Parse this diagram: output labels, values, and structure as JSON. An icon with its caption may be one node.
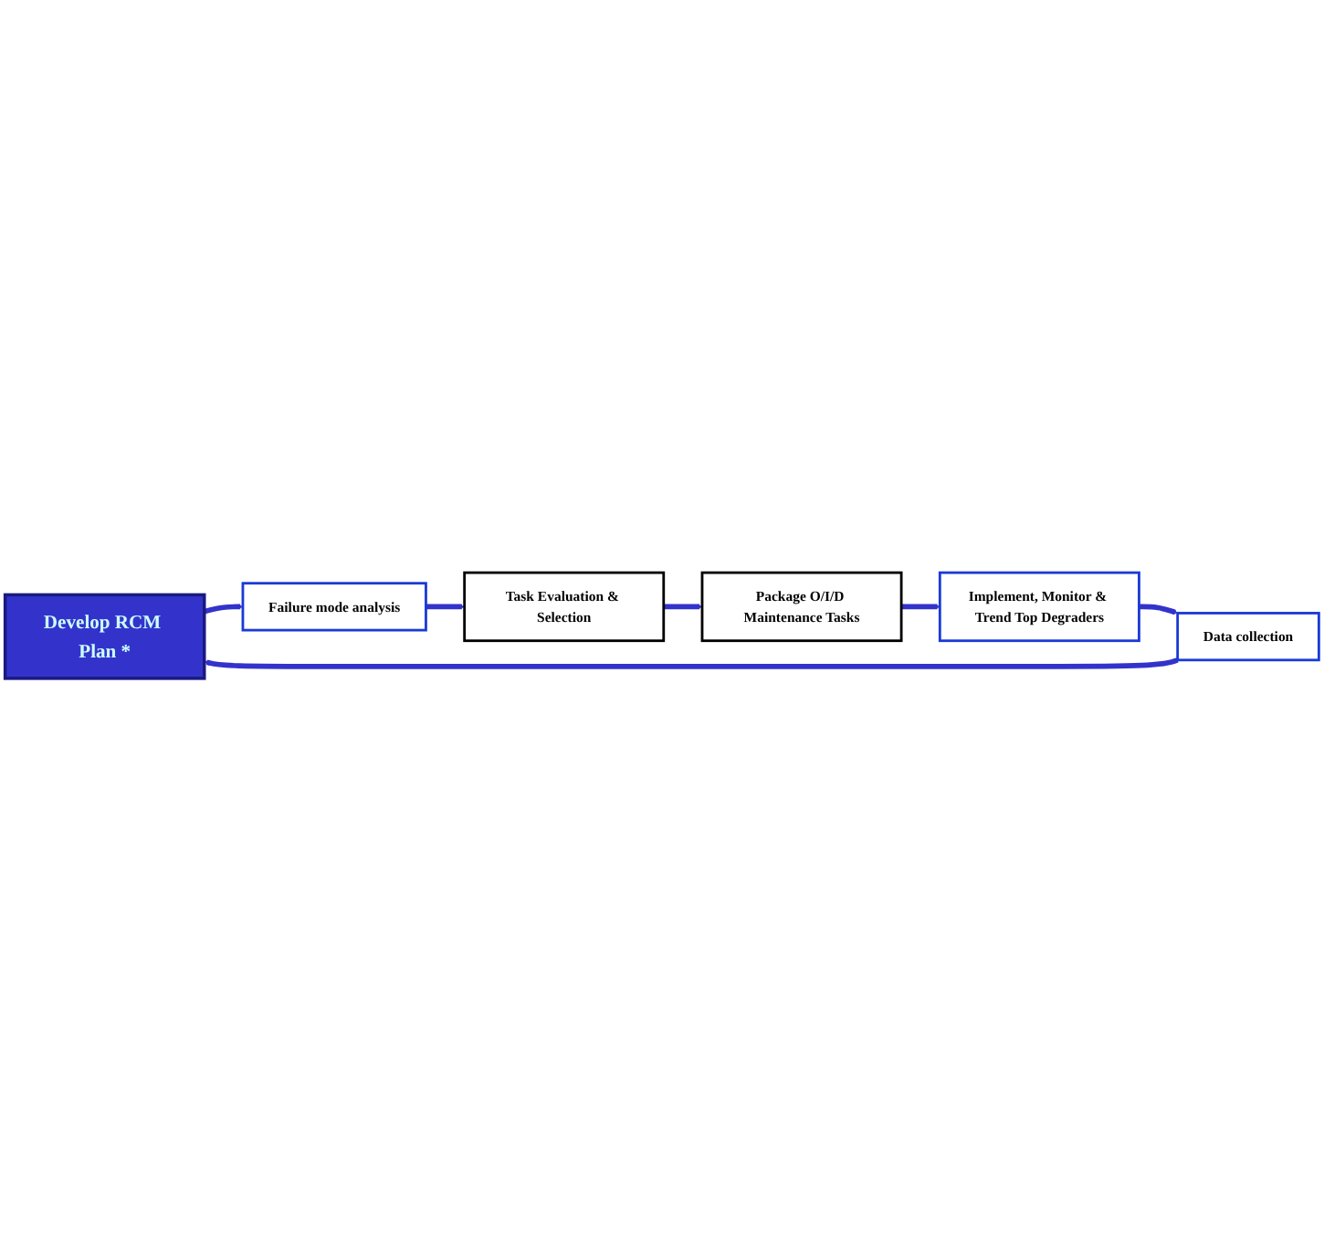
{
  "diagram": {
    "nodes": [
      {
        "text": [
          "Develop RCM Plan *"
        ]
      },
      {
        "text": [
          "Failure mode analysis"
        ]
      },
      {
        "text": [
          "Task Evaluation & Selection"
        ]
      },
      {
        "text": [
          "Package O/I/D Maintenance Tasks"
        ]
      },
      {
        "text": [
          "Implement, Monitor & Trend Top Degraders"
        ]
      },
      {
        "text": [
          "Data collection"
        ]
      }
    ],
    "edges": [
      {
        "from": 0,
        "to": 1,
        "arrow": "to"
      },
      {
        "from": 1,
        "to": 2,
        "arrow": "to"
      },
      {
        "from": 2,
        "to": 3,
        "arrow": "to"
      },
      {
        "from": 3,
        "to": 4,
        "arrow": "to"
      },
      {
        "from": 4,
        "to": 5,
        "arrow": "to"
      },
      {
        "from": 5,
        "to": 0,
        "arrow": "to"
      }
    ]
  }
}
